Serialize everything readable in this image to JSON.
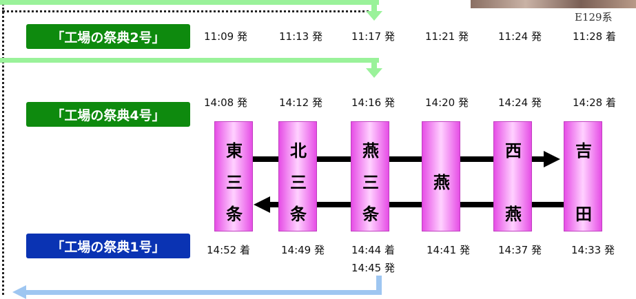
{
  "photo": {
    "caption": "E129系"
  },
  "trains": {
    "train2": {
      "label": "「工場の祭典2号」",
      "times": [
        "11:09 発",
        "11:13 発",
        "11:17 発",
        "11:21 発",
        "11:24 発",
        "11:28 着"
      ]
    },
    "train4": {
      "label": "「工場の祭典4号」",
      "times": [
        "14:08 発",
        "14:12 発",
        "14:16 発",
        "14:20 発",
        "14:24 発",
        "14:28 着"
      ]
    },
    "train1": {
      "label": "「工場の祭典1号」",
      "times": [
        "14:52 着",
        "14:49 発",
        "14:44 着",
        "14:41 発",
        "14:37 発",
        "14:33 発"
      ],
      "extra_time": "14:45 発"
    }
  },
  "stations": [
    {
      "chars": [
        "東",
        "三",
        "条"
      ]
    },
    {
      "chars": [
        "北",
        "三",
        "条"
      ]
    },
    {
      "chars": [
        "燕",
        "三",
        "条"
      ]
    },
    {
      "chars": [
        "燕"
      ]
    },
    {
      "chars": [
        "西",
        "燕"
      ]
    },
    {
      "chars": [
        "吉",
        "田"
      ]
    }
  ],
  "colors": {
    "green_label": "#0e8a0e",
    "blue_label": "#0a33b3",
    "green_line": "#9af29a",
    "blue_line": "#9ec6f1",
    "station": "#e64ee6"
  }
}
